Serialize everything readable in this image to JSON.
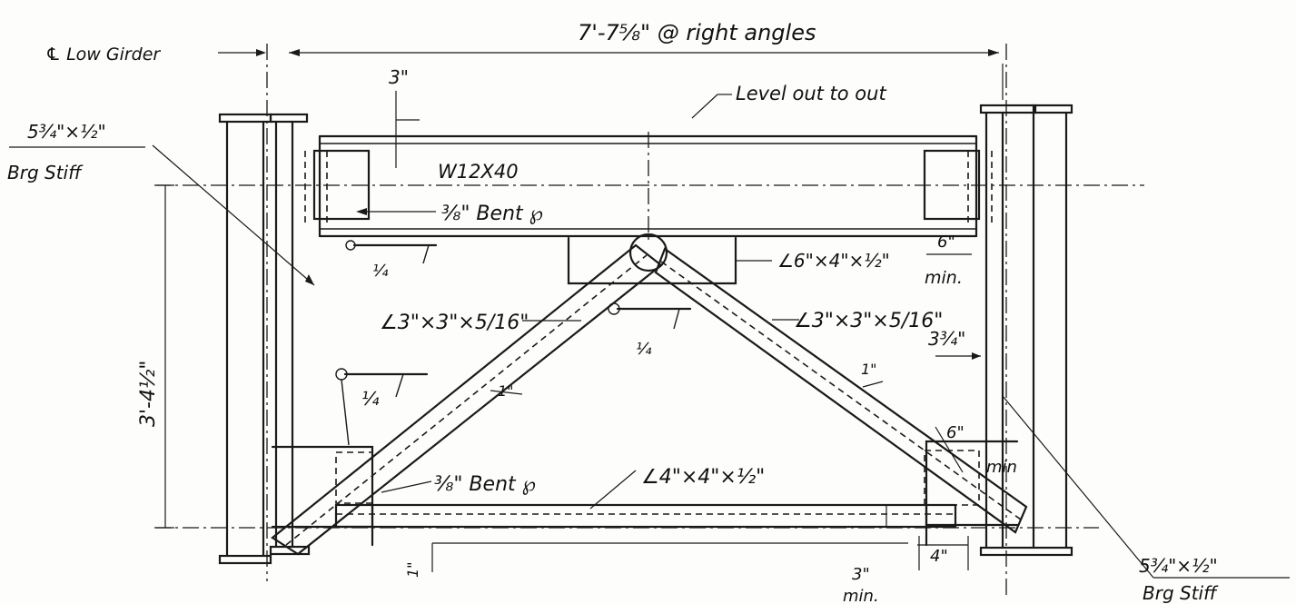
{
  "labels": {
    "centerline_girder": "℄ Low Girder",
    "overall_width": "7'-7⅝\" @ right angles",
    "top_offset": "3\"",
    "level_note": "Level out to out",
    "stiffener_left_size": "5¾\"×½\"",
    "stiffener_left_name": "Brg Stiff",
    "beam_section": "W12X40",
    "bent_plate_top": "⅜\" Bent ℘",
    "weld_left": "¼",
    "angle_top_right": "∠6\"×4\"×½\"",
    "clear_6_top": "6\"",
    "min_top": "min.",
    "brace_left": "∠3\"×3\"×5/16\"",
    "brace_right": "∠3\"×3\"×5/16\"",
    "weld_center": "¼",
    "offset_right": "3¾\"",
    "height": "3'-4½\"",
    "weld_lower_left": "¼",
    "gap_1_left": "1\"",
    "gap_1_right": "1\"",
    "clear_6_bottom": "6\"",
    "min_bottom_right": "min",
    "bent_plate_bottom": "⅜\" Bent ℘",
    "angle_bottom": "∠4\"×4\"×½\"",
    "gap_1_bottom": "1\"",
    "clear_3_bottom": "3\"",
    "min_bottom": "min.",
    "dim_4": "4\"",
    "stiffener_right_size": "5¾\"×½\"",
    "stiffener_right_name": "Brg Stiff"
  },
  "colors": {
    "ink": "#1a1a1a",
    "paper": "#fdfdfb"
  }
}
